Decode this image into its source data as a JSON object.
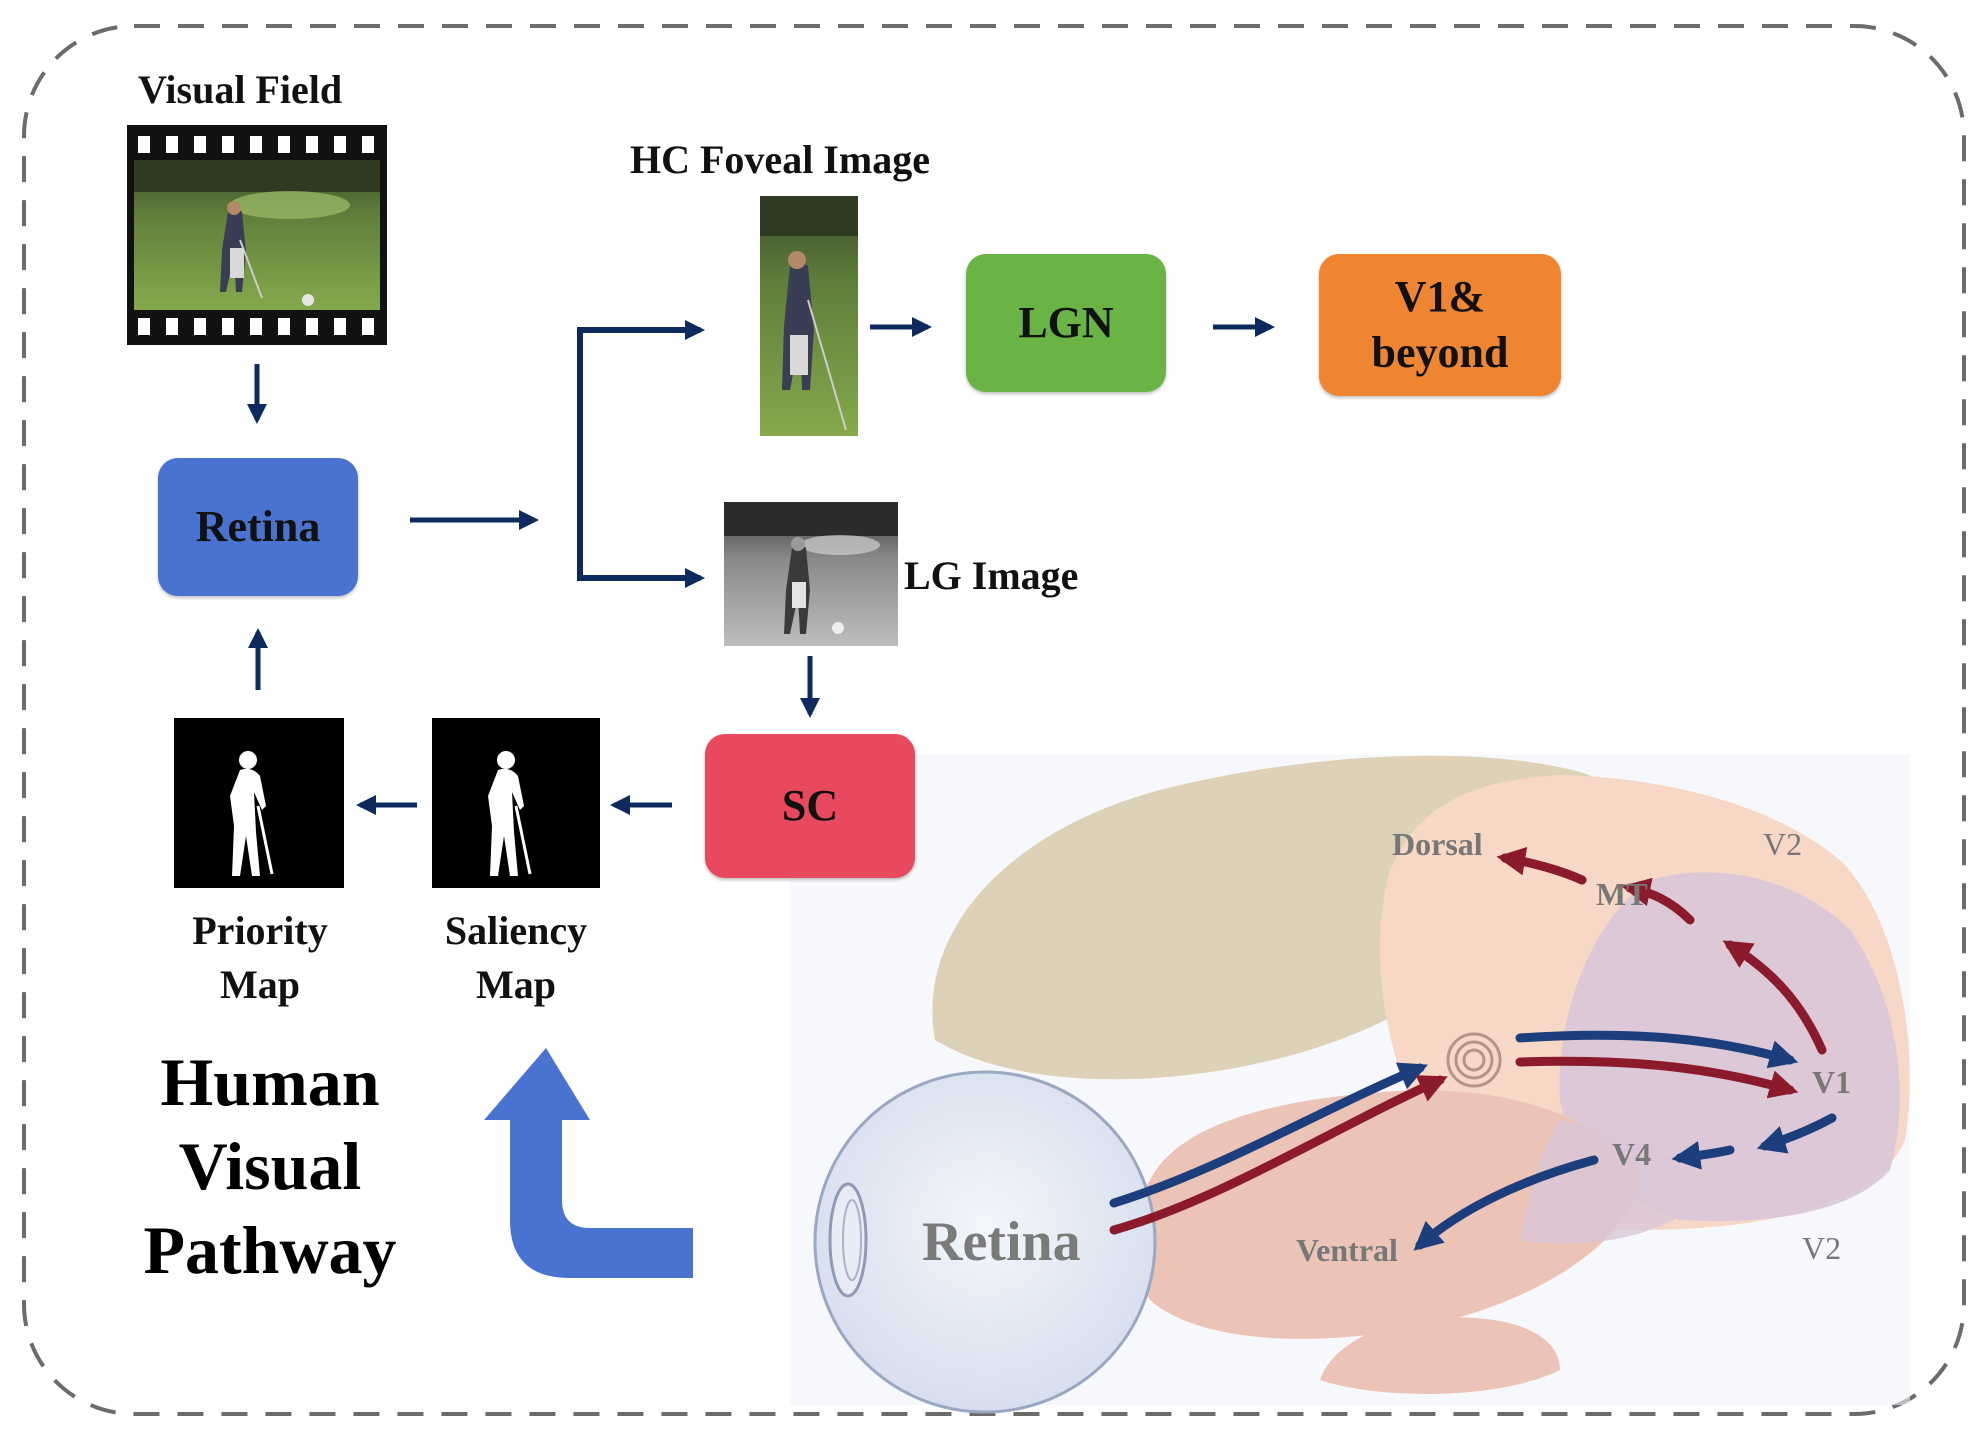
{
  "labels": {
    "visual_field": "Visual Field",
    "hc_foveal_image": "HC Foveal Image",
    "lg_image": "LG Image",
    "priority_map_line1": "Priority",
    "priority_map_line2": "Map",
    "saliency_map_line1": "Saliency",
    "saliency_map_line2": "Map",
    "title_line1": "Human",
    "title_line2": "Visual",
    "title_line3": "Pathway"
  },
  "nodes": {
    "retina": "Retina",
    "lgn": "LGN",
    "v1_line1": "V1&",
    "v1_line2": "beyond",
    "sc": "SC"
  },
  "brain": {
    "retina": "Retina",
    "dorsal": "Dorsal",
    "mt": "MT",
    "v2_top": "V2",
    "v1": "V1",
    "v4": "V4",
    "ventral": "Ventral",
    "v2_bottom": "V2"
  },
  "colors": {
    "retina_box": "#4a73d1",
    "lgn_box": "#6ab345",
    "v1_box": "#ef8431",
    "sc_box": "#e8495e",
    "arrow_navy": "#0d2a5e",
    "big_arrow": "#4a73d1",
    "dorsal_arrow": "#8b1a2c",
    "ventral_arrow": "#1d3e7c"
  },
  "icons": [
    "film-strip-icon",
    "golfer-photo-icon",
    "golfer-silhouette-icon",
    "eye-icon",
    "brain-icon",
    "thalamus-icon"
  ]
}
